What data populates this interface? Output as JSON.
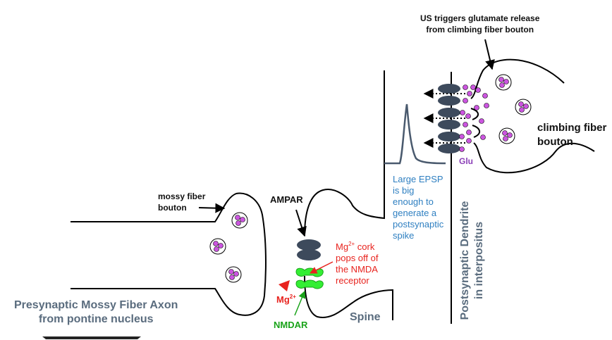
{
  "labels": {
    "us_triggers": [
      "US triggers glutamate release",
      "from climbing fiber bouton"
    ],
    "climbing_fiber_bouton": [
      "climbing fiber",
      "bouton"
    ],
    "glu": "Glu",
    "mossy_fiber_bouton": [
      "mossy fiber",
      "bouton"
    ],
    "ampar": "AMPAR",
    "mg_cork": {
      "prefix": "Mg",
      "sup": "2+",
      "lines": [
        " cork",
        "pops off of",
        "the NMDA",
        "receptor"
      ]
    },
    "mg_ion": {
      "prefix": "Mg",
      "sup": "2+"
    },
    "nmdar": "NMDAR",
    "spine": "Spine",
    "large_epsp": [
      "Large EPSP",
      "is big",
      "enough to",
      "generate a",
      "postsynaptic",
      "spike"
    ],
    "presynaptic_axon": [
      "Presynaptic Mossy Fiber  Axon",
      "from pontine nucleus"
    ],
    "postsynaptic_dendrite": [
      "Postsynaptic Dendrite",
      "in interpositus"
    ]
  },
  "colors": {
    "outline": "#000000",
    "receptor": "#3d4a5c",
    "vesicle_fill": "#cc55e0",
    "nmdar_fill": "#33ee33",
    "trace": "#4a5a6e",
    "label_blue": "#2e7fc1",
    "label_red": "#e8231e",
    "label_slate": "#5a6c7e",
    "label_green": "#1aa31a",
    "label_purple": "#8b3fb7"
  }
}
